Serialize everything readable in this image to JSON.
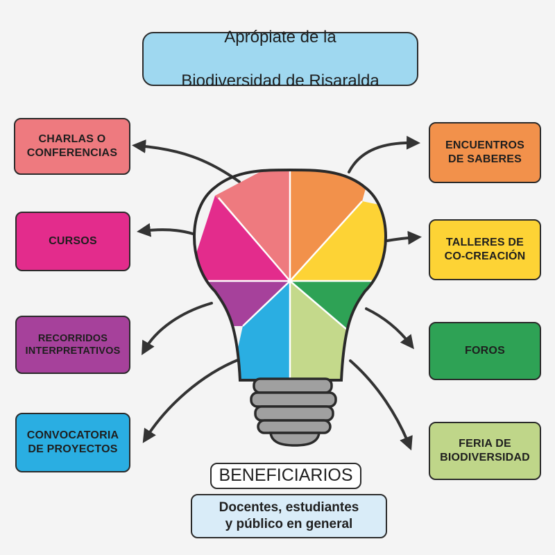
{
  "title": {
    "line1": "Aprópiate de la",
    "line2": "Biodiversidad de Risaralda"
  },
  "left_items": [
    {
      "label": "CHARLAS O\nCONFERENCIAS",
      "color": "#ee7a7f"
    },
    {
      "label": "CURSOS",
      "color": "#e32c8c"
    },
    {
      "label": "RECORRIDOS\nINTERPRETATIVOS",
      "color": "#a6419b"
    },
    {
      "label": "CONVOCATORIA\nDE PROYECTOS",
      "color": "#2aaee2"
    }
  ],
  "right_items": [
    {
      "label": "ENCUENTROS\nDE SABERES",
      "color": "#f2914b"
    },
    {
      "label": "TALLERES DE\nCO-CREACIÓN",
      "color": "#fdd335"
    },
    {
      "label": "FOROS",
      "color": "#2ea255"
    },
    {
      "label": "FERIA DE\nBIODIVERSIDAD",
      "color": "#bfd689"
    }
  ],
  "beneficiarios": {
    "heading": "BENEFICIARIOS",
    "description": "Docentes, estudiantes\ny público en general"
  },
  "colors": {
    "title_fill": "#9fd8f0",
    "bulb_base": "#a0a0a0",
    "arrow": "#333333",
    "background": "#f4f4f4"
  }
}
